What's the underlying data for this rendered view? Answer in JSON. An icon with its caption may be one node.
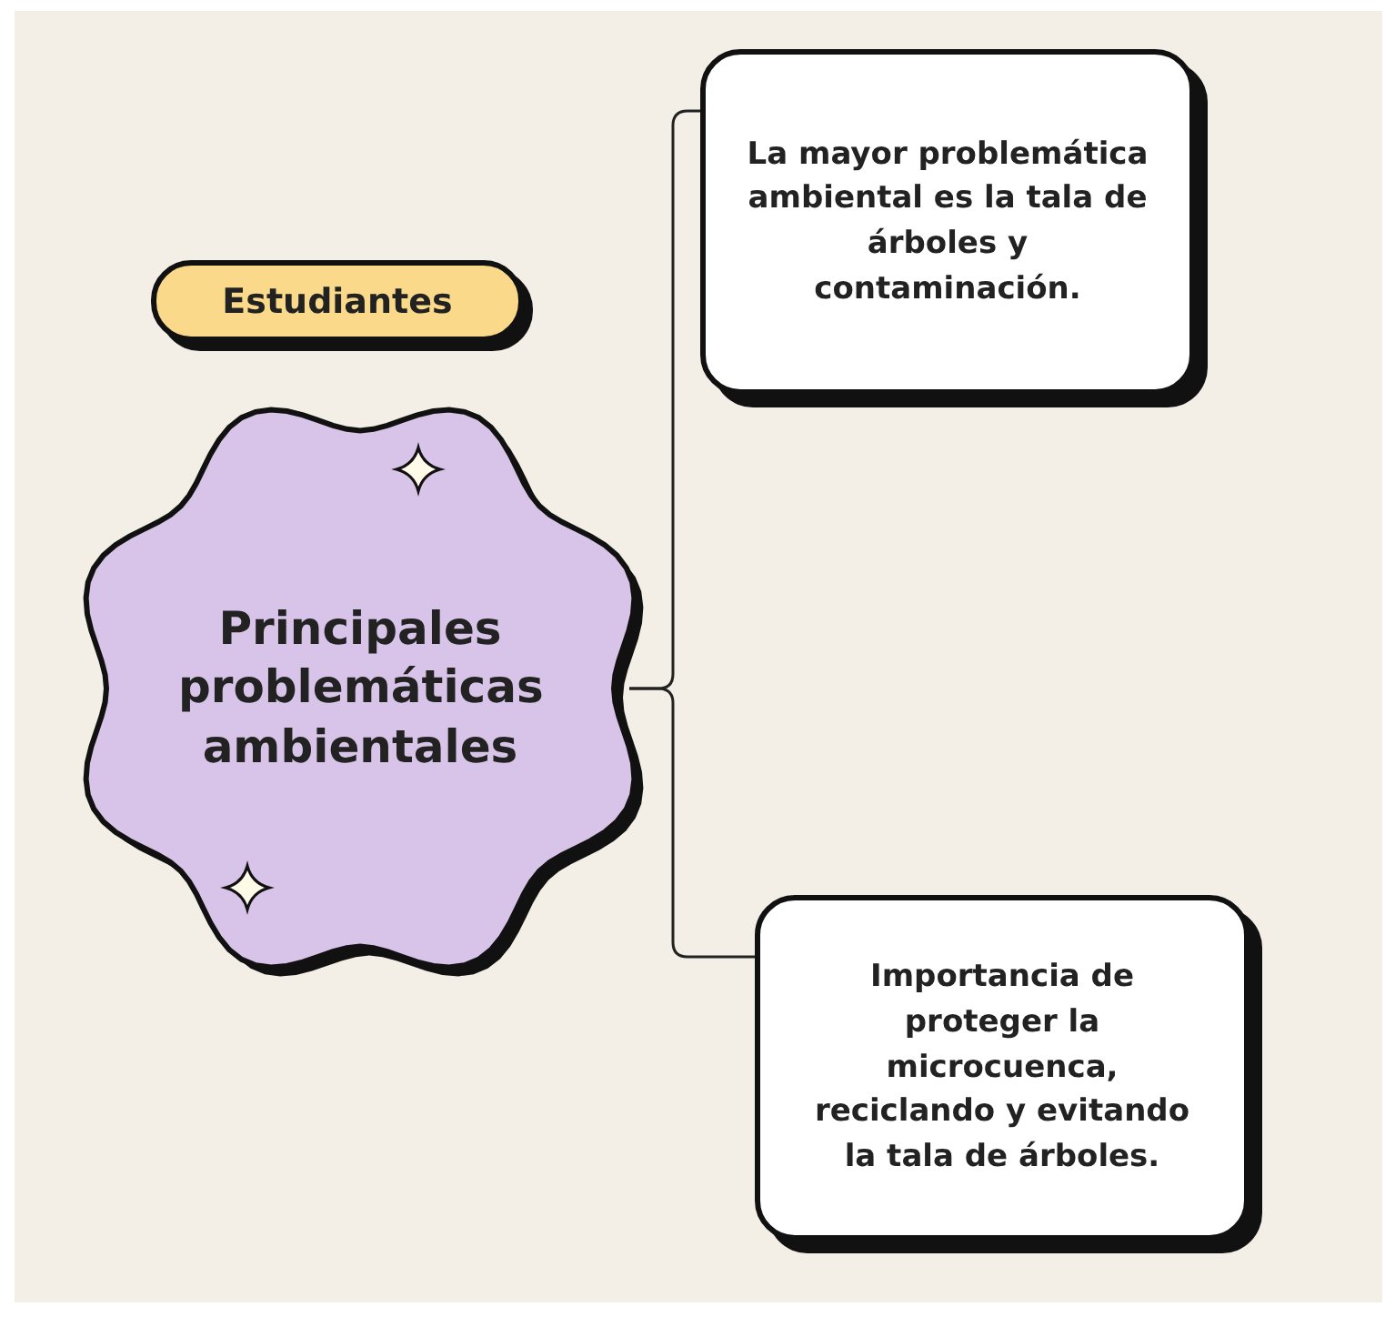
{
  "diagram": {
    "nodes": [
      {
        "text": [
          "Estudiantes"
        ]
      },
      {
        "text": [
          "Principales problemáticas ambientales"
        ]
      },
      {
        "text": [
          "La mayor problemática ambiental es la tala de árboles y contaminación."
        ]
      },
      {
        "text": [
          "Importancia de proteger la microcuenca, reciclando y evitando la tala de árboles."
        ]
      }
    ],
    "edges": [
      {
        "from": 1,
        "to": 2,
        "arrow": "none"
      },
      {
        "from": 1,
        "to": 3,
        "arrow": "none"
      }
    ]
  }
}
